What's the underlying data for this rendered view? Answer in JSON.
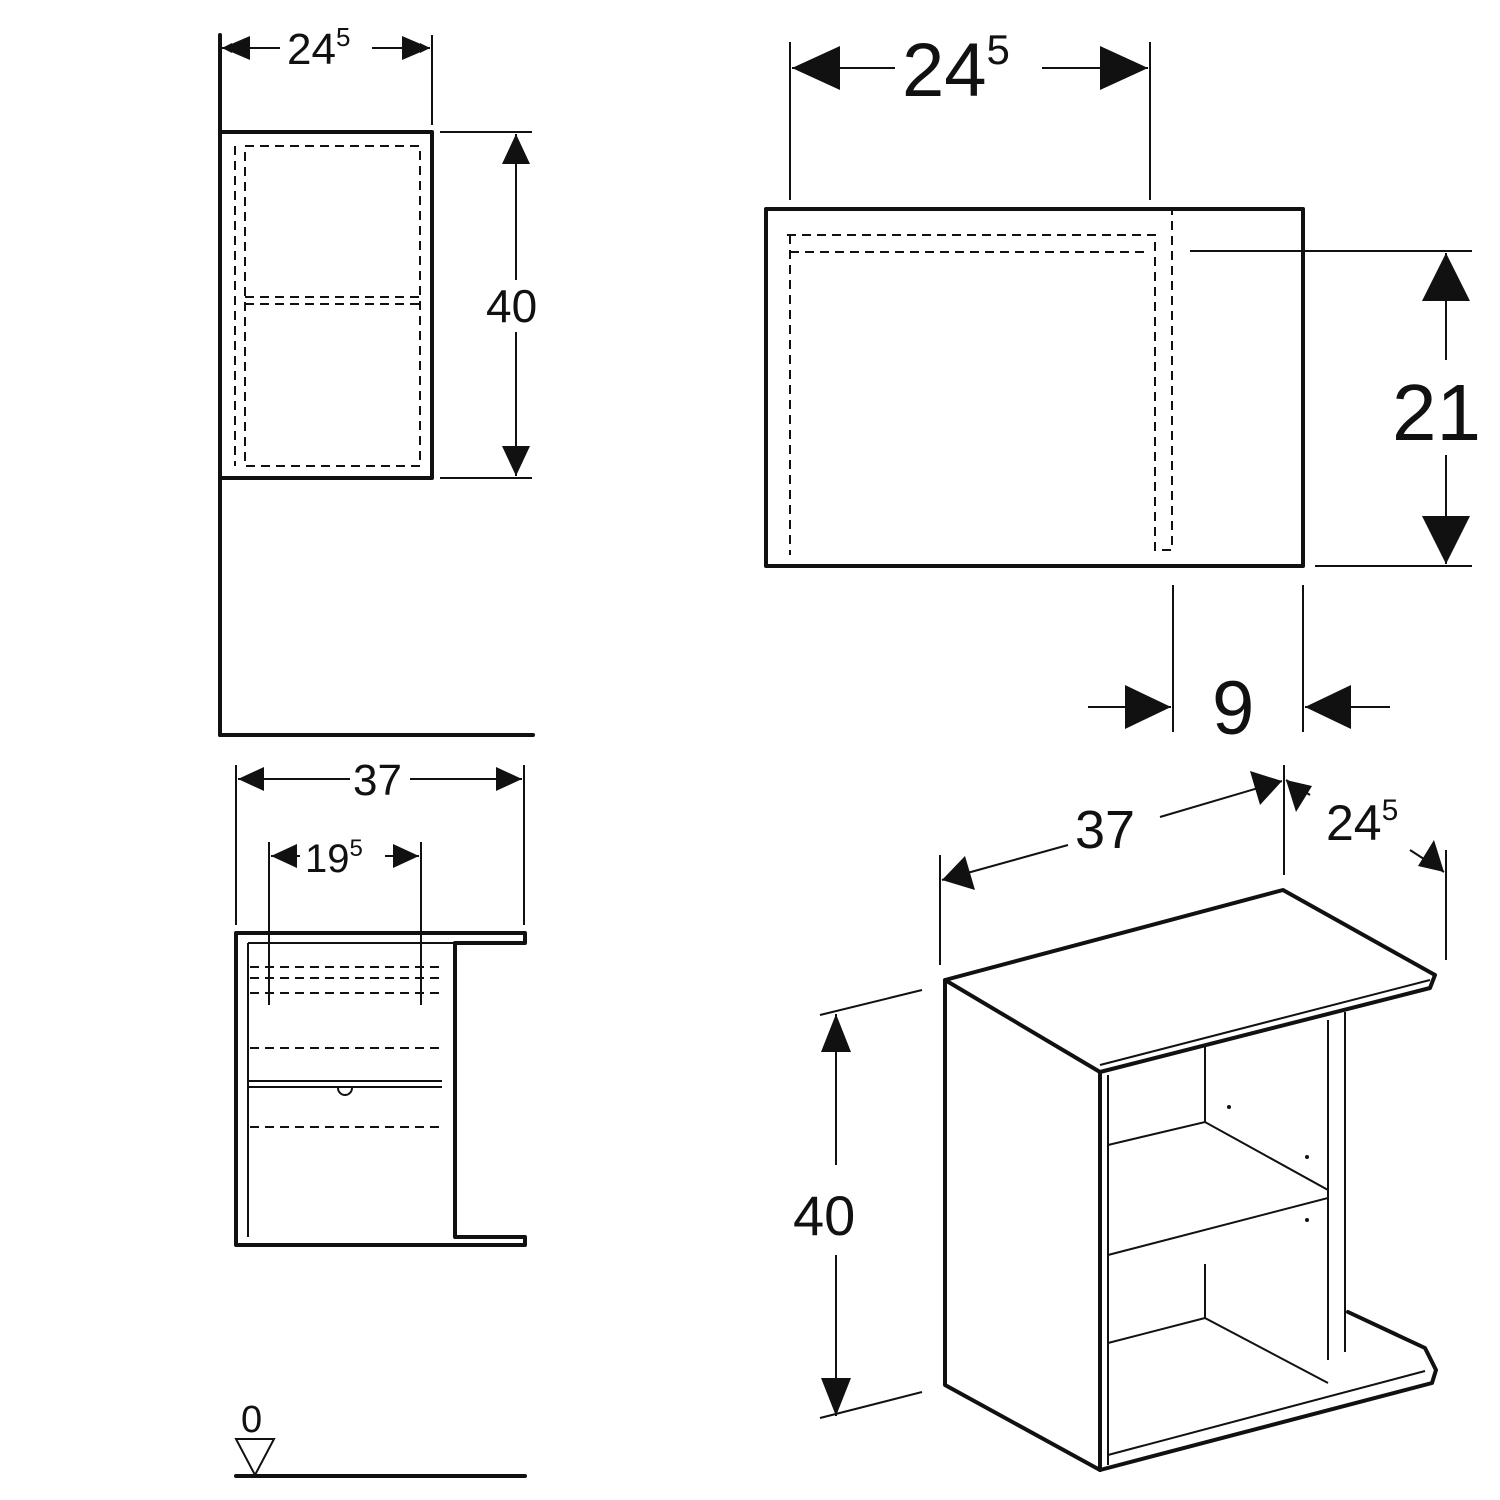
{
  "drawing": {
    "colors": {
      "line": "#111111",
      "background": "#ffffff"
    },
    "side_view_top": {
      "width_label": {
        "base": "24",
        "sup": "5"
      },
      "height_label": "40"
    },
    "front_view_top": {
      "width_label": {
        "base": "24",
        "sup": "5"
      },
      "height_label": "21",
      "offset_label": "9"
    },
    "plan_view": {
      "width_label": "37",
      "inner_label": {
        "base": "19",
        "sup": "5"
      }
    },
    "floor_reference": {
      "label": "0"
    },
    "isometric_view": {
      "width_label": "37",
      "depth_label": {
        "base": "24",
        "sup": "5"
      },
      "height_label": "40"
    }
  }
}
